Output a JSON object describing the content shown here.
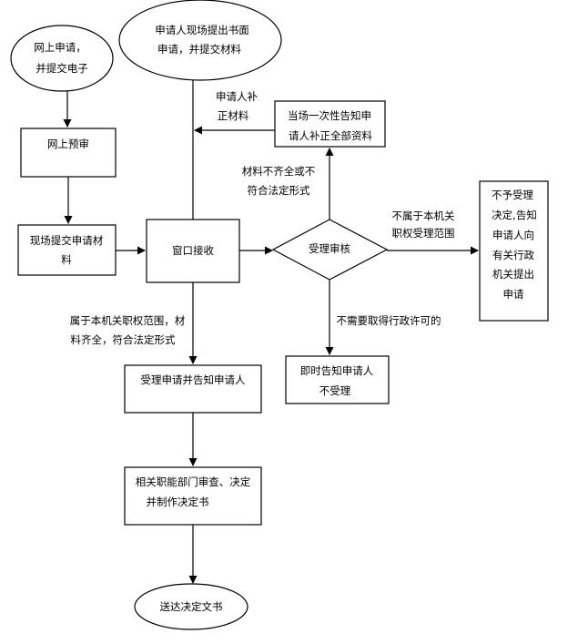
{
  "nodes": {
    "online_apply": [
      "网上申请，",
      "并提交电子"
    ],
    "onsite_apply": [
      "申请人现场提出书面",
      "申请，并提交材料"
    ],
    "online_precheck": [
      "网上预审"
    ],
    "onsite_submit": [
      "现场提交申请材",
      "料"
    ],
    "window_receive": [
      "窗口接收"
    ],
    "acceptance_review": [
      "受理审核"
    ],
    "notify_supplement": [
      "当场一次性告知申",
      "请人补正全部资料"
    ],
    "not_accept": [
      "不予受理",
      "决定,告知",
      "申请人向",
      "有关行政",
      "机关提出",
      "申请"
    ],
    "accept_notify": [
      "受理申请并告知申请人"
    ],
    "immediate_notify": [
      "即时告知申请人",
      "不受理"
    ],
    "dept_review": [
      "相关职能部门审查、决定",
      "并制作决定书"
    ],
    "deliver": [
      "送达决定文书"
    ]
  },
  "edge_labels": {
    "supplement": [
      "申请人补",
      "正材料"
    ],
    "incomplete": [
      "材料不齐全或不",
      "符合法定形式"
    ],
    "out_of_scope": [
      "不属于本机关",
      "职权受理范围"
    ],
    "in_scope": [
      "属于本机关职权范围，材",
      "料齐全，符合法定形式"
    ],
    "no_permit_needed": [
      "不需要取得行政许可的"
    ]
  }
}
